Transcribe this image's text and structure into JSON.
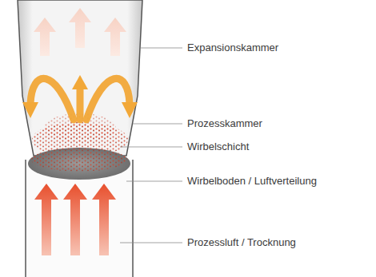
{
  "diagram": {
    "labels": [
      "Expansionskammer",
      "Prozesskammer",
      "Wirbelschicht",
      "Wirbelboden / Luftverteilung",
      "Prozessluft / Trocknung"
    ]
  }
}
